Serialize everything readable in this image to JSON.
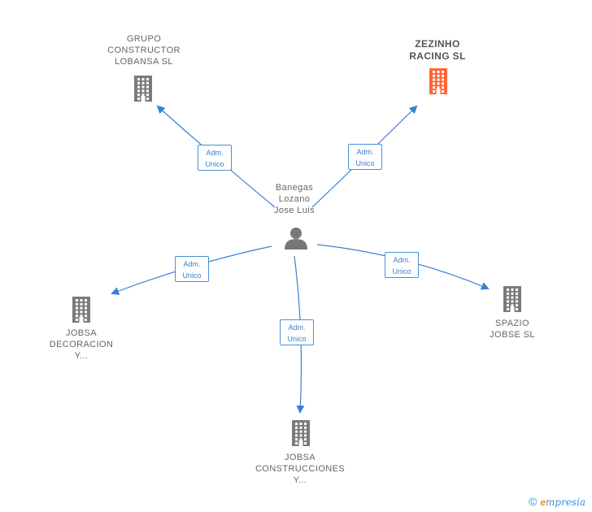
{
  "colors": {
    "edge": "#3a80d2",
    "company_icon": "#7b7b7b",
    "company_icon_highlight": "#ff6633",
    "person_icon": "#777777",
    "label": "#666666"
  },
  "center": {
    "lines": [
      "Banegas",
      "Lozano",
      "Jose Luis"
    ],
    "icon": "person-icon"
  },
  "companies": [
    {
      "id": "grupo",
      "lines": [
        "GRUPO",
        "CONSTRUCTOR",
        "LOBANSA SL"
      ],
      "highlight": false,
      "icon": "building-icon"
    },
    {
      "id": "zezinho",
      "lines": [
        "ZEZINHO",
        "RACING  SL"
      ],
      "highlight": true,
      "icon": "building-icon"
    },
    {
      "id": "jobsa-dec",
      "lines": [
        "JOBSA",
        "DECORACION",
        "Y..."
      ],
      "highlight": false,
      "icon": "building-icon"
    },
    {
      "id": "spazio",
      "lines": [
        "SPAZIO",
        "JOBSE  SL"
      ],
      "highlight": false,
      "icon": "building-icon"
    },
    {
      "id": "jobsa-con",
      "lines": [
        "JOBSA",
        "CONSTRUCCIONES",
        "Y..."
      ],
      "highlight": false,
      "icon": "building-icon"
    }
  ],
  "relations": [
    {
      "to": "grupo",
      "lines": [
        "Adm.",
        "Unico"
      ]
    },
    {
      "to": "zezinho",
      "lines": [
        "Adm.",
        "Unico"
      ]
    },
    {
      "to": "jobsa-dec",
      "lines": [
        "Adm.",
        "Unico"
      ]
    },
    {
      "to": "spazio",
      "lines": [
        "Adm.",
        "Unico"
      ]
    },
    {
      "to": "jobsa-con",
      "lines": [
        "Adm.",
        "Unico"
      ]
    }
  ],
  "footer": {
    "copyright": "©",
    "brand_first": "e",
    "brand_rest": "mpresia"
  }
}
